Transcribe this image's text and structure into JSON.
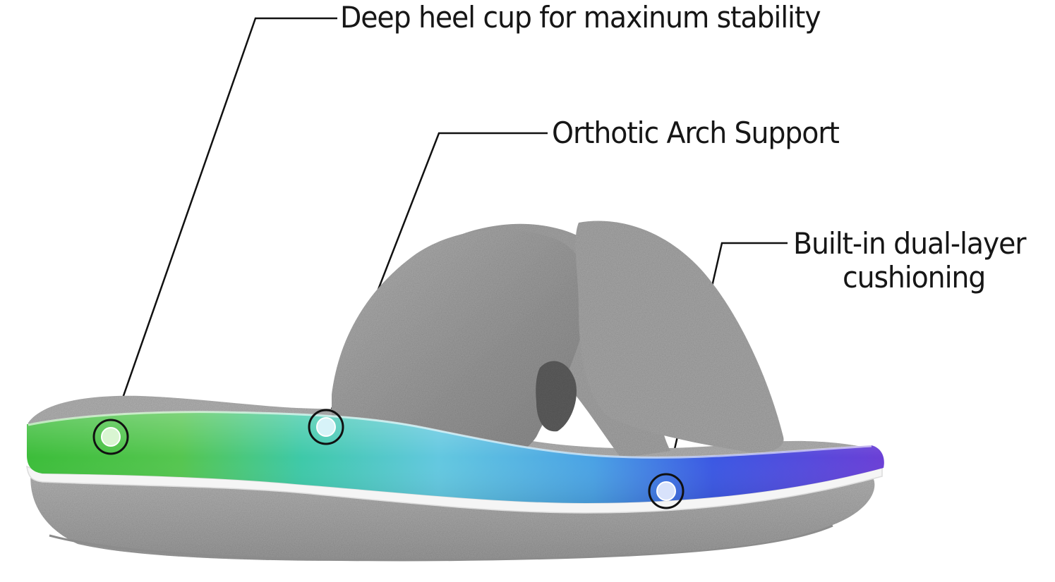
{
  "callouts": [
    {
      "id": "heel",
      "label": "Deep heel cup for maxinum stability",
      "marker_color": "#5ecb4f"
    },
    {
      "id": "arch",
      "label": "Orthotic Arch Support",
      "marker_color": "#5fc9dc"
    },
    {
      "id": "cushion",
      "label_line1": "Built-in dual-layer",
      "label_line2": "cushioning",
      "marker_color": "#3f6be0"
    }
  ],
  "colors": {
    "fur": "#a3a3a3",
    "fur_dark": "#7e7e7e",
    "fur_light": "#c4c4c4",
    "insole_gradient": [
      "#3fbf3c",
      "#38c9a4",
      "#59c4e2",
      "#4a8ee6",
      "#4f3fe0",
      "#6a3fd8"
    ],
    "leader_line": "#111111"
  },
  "product": {
    "name_icon": "plush-cross-band-slipper-illustration"
  }
}
